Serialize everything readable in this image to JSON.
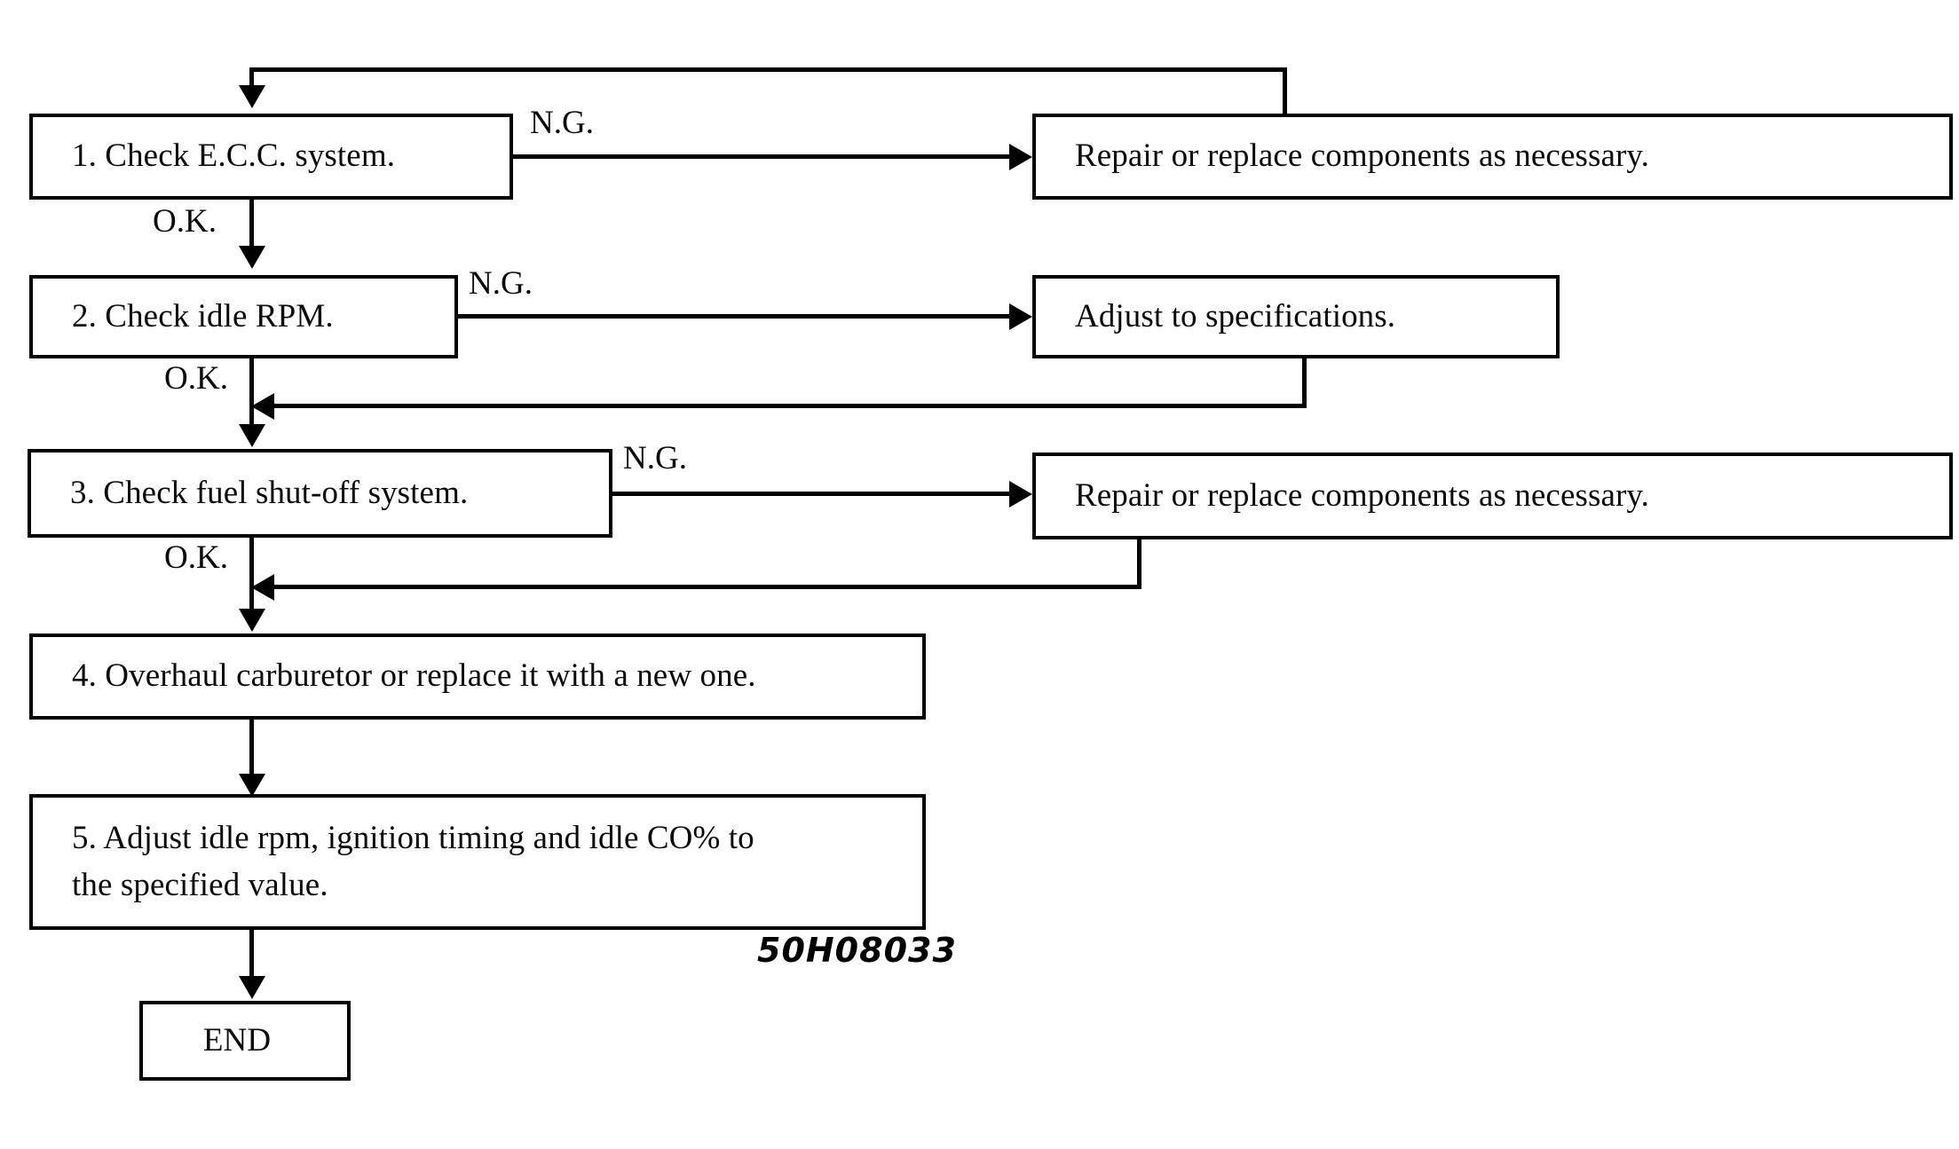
{
  "diagram": {
    "title": "Carburetor / E.C.C. diagnostic flow chart",
    "figure_code": "50H08033",
    "line_color": "#000000",
    "background_color": "#ffffff",
    "steps": [
      {
        "id": "step1",
        "label": "1. Check E.C.C. system.",
        "ng_label": "N.G.",
        "ok_label": "O.K.",
        "ng_target": "Repair or replace components as necessary."
      },
      {
        "id": "step2",
        "label": "2. Check idle RPM.",
        "ng_label": "N.G.",
        "ok_label": "O.K.",
        "ng_target": "Adjust to specifications."
      },
      {
        "id": "step3",
        "label": "3. Check fuel shut-off system.",
        "ng_label": "N.G.",
        "ok_label": "O.K.",
        "ng_target": "Repair or replace components as necessary."
      },
      {
        "id": "step4",
        "label": "4. Overhaul carburetor or replace it with a new one."
      },
      {
        "id": "step5",
        "label": "5. Adjust idle rpm, ignition timing and idle CO% to\nthe specified value."
      },
      {
        "id": "end",
        "label": "END"
      }
    ]
  }
}
